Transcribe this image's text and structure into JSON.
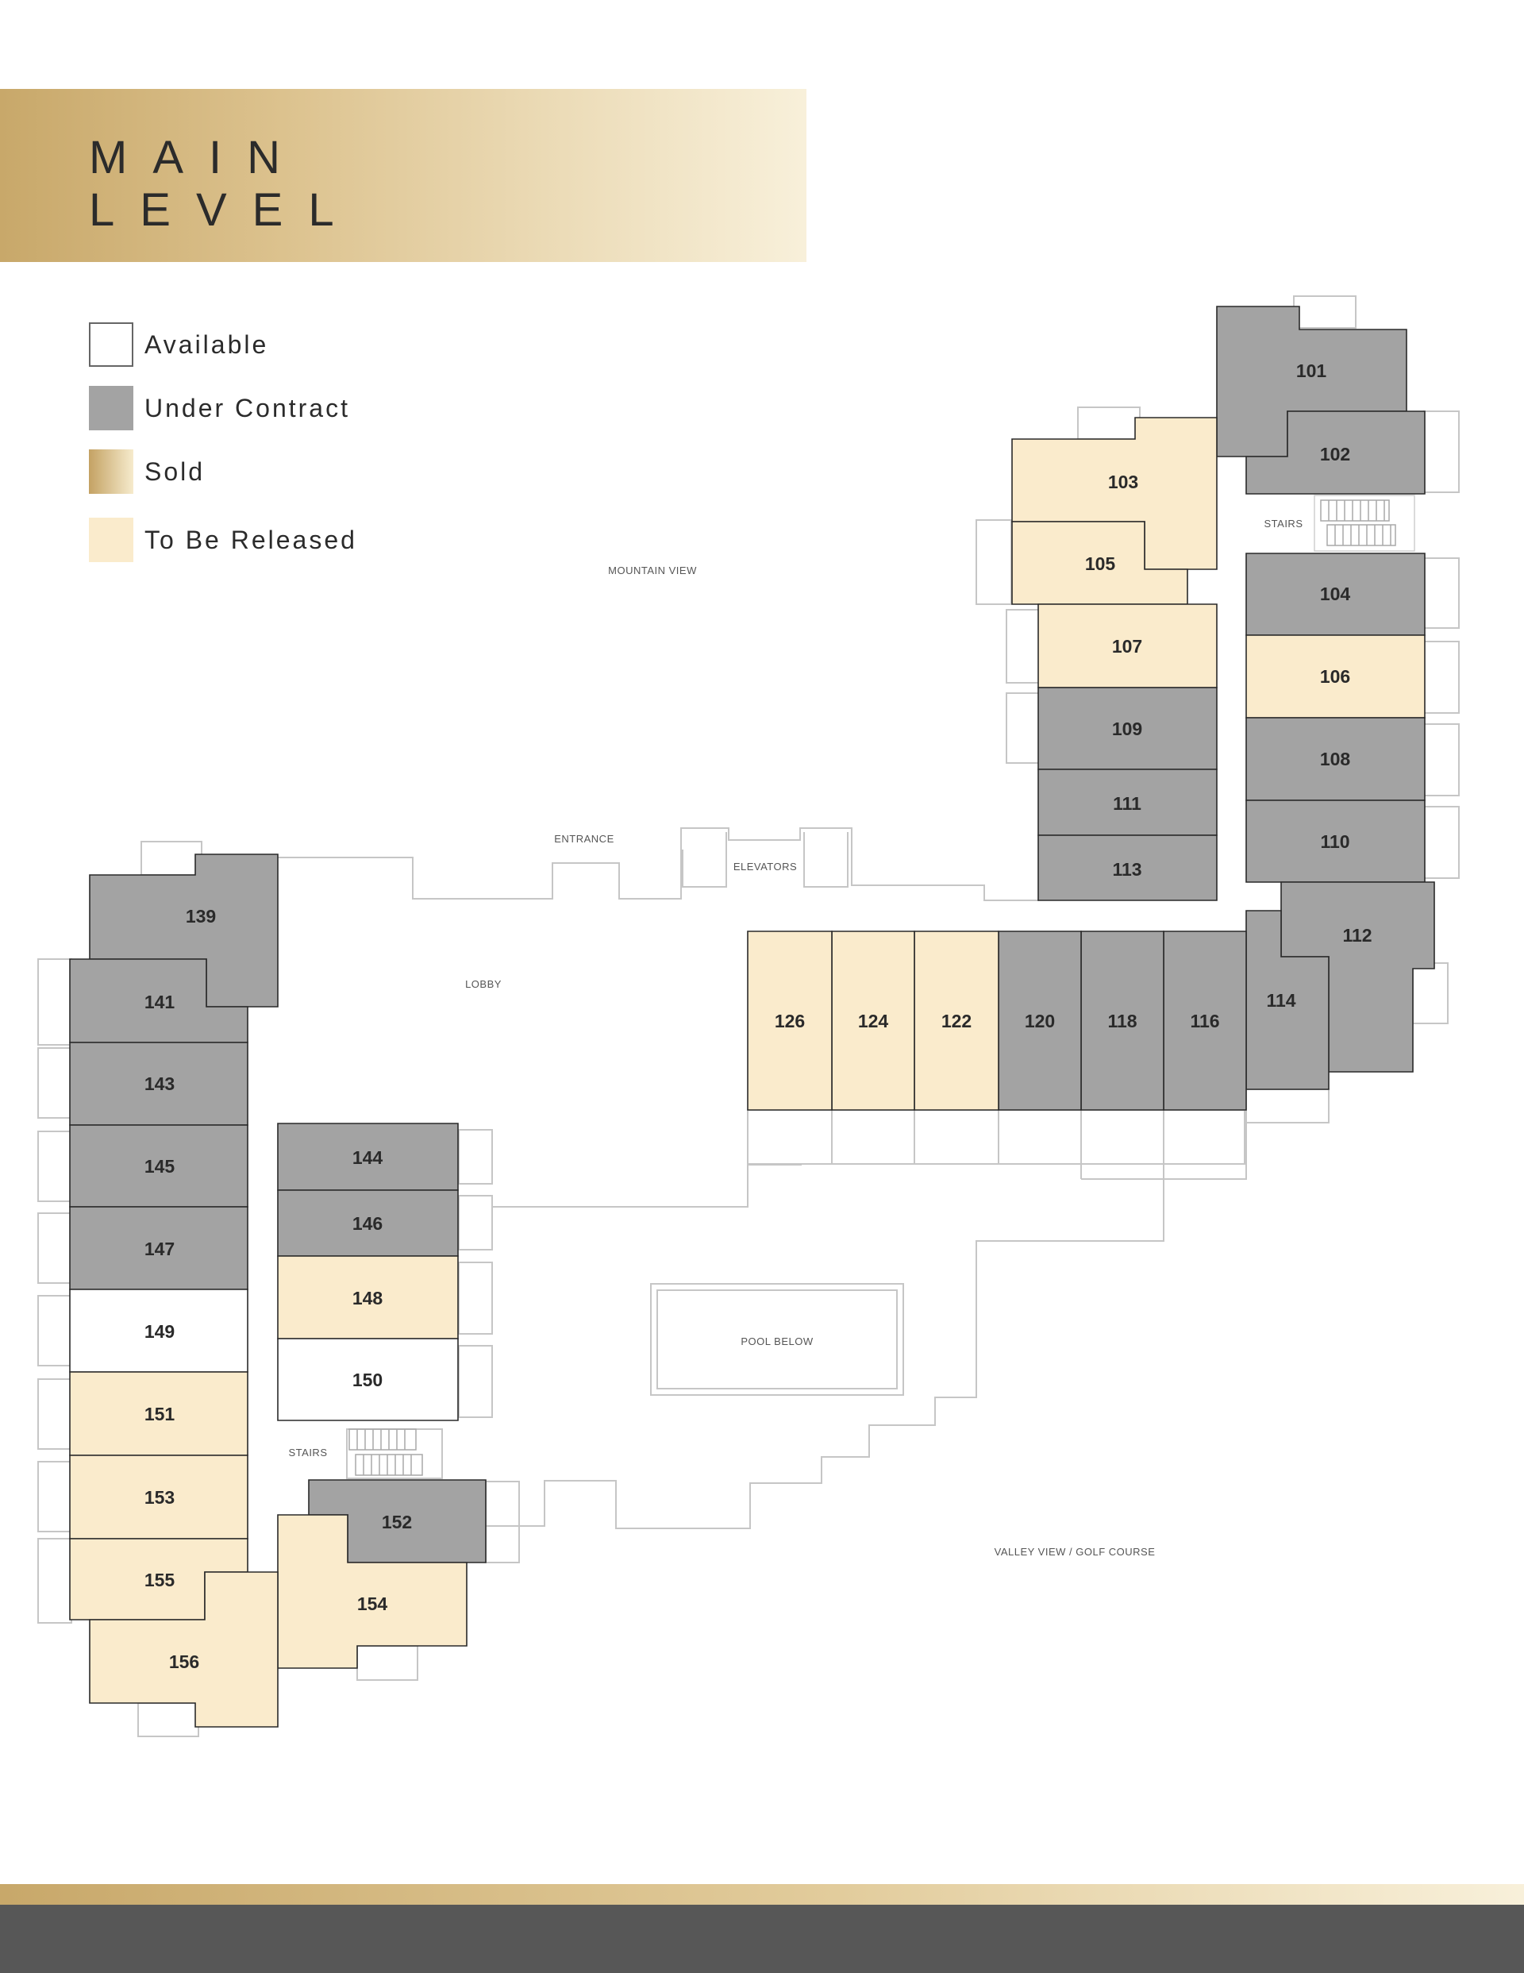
{
  "header": {
    "title_line1": "MAIN",
    "title_line2": "LEVEL"
  },
  "colors": {
    "available": "#ffffff",
    "under_contract": "#a3a3a3",
    "sold_gradient": [
      "#c4a263",
      "#f6ebcd"
    ],
    "to_be_released": "#faebcc",
    "outline": "#2a2a2a",
    "faint_outline": "#c6c6c6",
    "brand_gold": "#c8a86a",
    "footer": "#575757"
  },
  "legend": [
    {
      "label": "Available",
      "status": "available"
    },
    {
      "label": "Under Contract",
      "status": "under_contract"
    },
    {
      "label": "Sold",
      "status": "sold"
    },
    {
      "label": "To Be Released",
      "status": "to_be_released"
    }
  ],
  "plan_labels": {
    "mountain_view": "MOUNTAIN VIEW",
    "entrance": "ENTRANCE",
    "elevators": "ELEVATORS",
    "lobby": "LOBBY",
    "stairs_north": "STAIRS",
    "stairs_south": "STAIRS",
    "pool": "POOL BELOW",
    "valley_view": "VALLEY VIEW / GOLF COURSE"
  },
  "units": [
    {
      "number": "101",
      "status": "under_contract"
    },
    {
      "number": "102",
      "status": "under_contract"
    },
    {
      "number": "103",
      "status": "to_be_released"
    },
    {
      "number": "104",
      "status": "under_contract"
    },
    {
      "number": "105",
      "status": "to_be_released"
    },
    {
      "number": "106",
      "status": "to_be_released"
    },
    {
      "number": "107",
      "status": "to_be_released"
    },
    {
      "number": "108",
      "status": "under_contract"
    },
    {
      "number": "109",
      "status": "under_contract"
    },
    {
      "number": "110",
      "status": "under_contract"
    },
    {
      "number": "111",
      "status": "under_contract"
    },
    {
      "number": "112",
      "status": "under_contract"
    },
    {
      "number": "113",
      "status": "under_contract"
    },
    {
      "number": "114",
      "status": "under_contract"
    },
    {
      "number": "116",
      "status": "under_contract"
    },
    {
      "number": "118",
      "status": "under_contract"
    },
    {
      "number": "120",
      "status": "under_contract"
    },
    {
      "number": "122",
      "status": "to_be_released"
    },
    {
      "number": "124",
      "status": "to_be_released"
    },
    {
      "number": "126",
      "status": "to_be_released"
    },
    {
      "number": "139",
      "status": "under_contract"
    },
    {
      "number": "141",
      "status": "under_contract"
    },
    {
      "number": "143",
      "status": "under_contract"
    },
    {
      "number": "144",
      "status": "under_contract"
    },
    {
      "number": "145",
      "status": "under_contract"
    },
    {
      "number": "146",
      "status": "under_contract"
    },
    {
      "number": "147",
      "status": "under_contract"
    },
    {
      "number": "148",
      "status": "to_be_released"
    },
    {
      "number": "149",
      "status": "available"
    },
    {
      "number": "150",
      "status": "available"
    },
    {
      "number": "151",
      "status": "to_be_released"
    },
    {
      "number": "152",
      "status": "under_contract"
    },
    {
      "number": "153",
      "status": "to_be_released"
    },
    {
      "number": "154",
      "status": "to_be_released"
    },
    {
      "number": "155",
      "status": "to_be_released"
    },
    {
      "number": "156",
      "status": "to_be_released"
    }
  ]
}
